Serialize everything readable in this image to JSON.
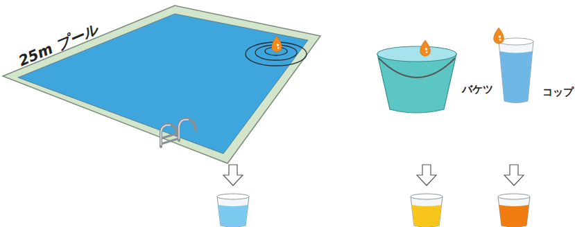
{
  "diagram": {
    "nodes": [
      {
        "text": [
          "25m プール"
        ]
      },
      {
        "text": [
          "バケツ"
        ]
      },
      {
        "text": [
          "コップ"
        ]
      }
    ]
  }
}
